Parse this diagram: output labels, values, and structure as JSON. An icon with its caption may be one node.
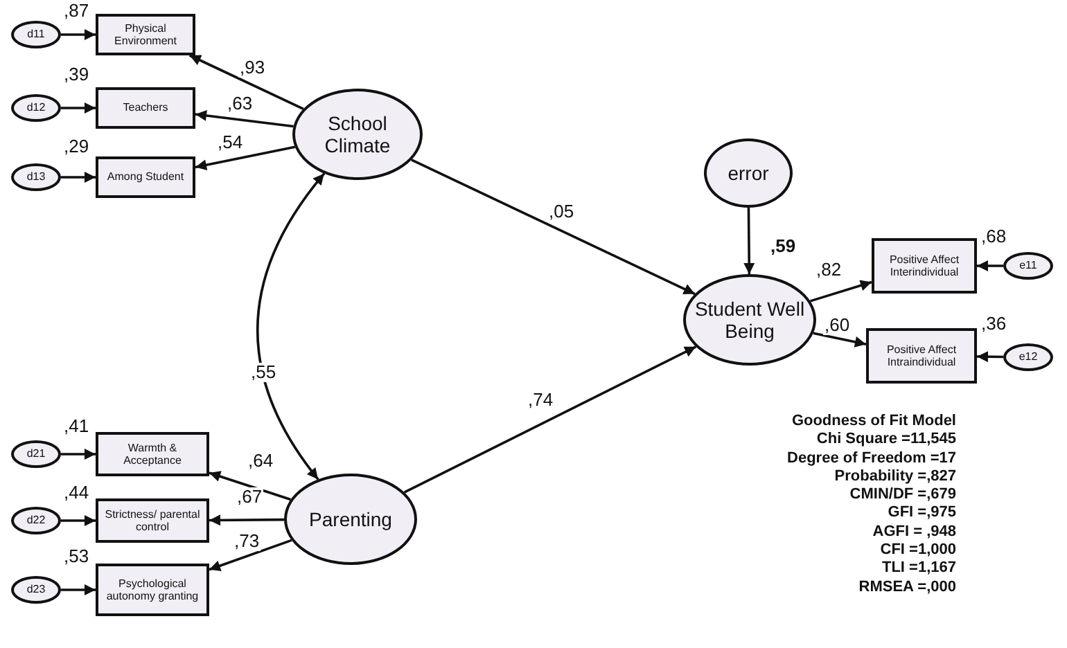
{
  "diagram": {
    "nodes": [
      {
        "text": [
          "School Climate"
        ]
      },
      {
        "text": [
          "Physical Environment"
        ],
        "beside": [
          ",87"
        ]
      },
      {
        "text": [
          "Teachers"
        ],
        "beside": [
          ",39"
        ]
      },
      {
        "text": [
          "Among Student"
        ],
        "beside": [
          ",29"
        ]
      },
      {
        "text": [
          "d11"
        ]
      },
      {
        "text": [
          "d12"
        ]
      },
      {
        "text": [
          "d13"
        ]
      },
      {
        "text": [
          "Parenting"
        ]
      },
      {
        "text": [
          "Warmth & Acceptance"
        ],
        "beside": [
          ",41"
        ]
      },
      {
        "text": [
          "Strictness/ parental control"
        ],
        "beside": [
          ",44"
        ]
      },
      {
        "text": [
          "Psychological autonomy granting"
        ],
        "beside": [
          ",53"
        ]
      },
      {
        "text": [
          "d21"
        ]
      },
      {
        "text": [
          "d22"
        ]
      },
      {
        "text": [
          "d23"
        ]
      },
      {
        "text": [
          "error"
        ]
      },
      {
        "text": [
          "Student Well Being"
        ],
        "beside": [
          ",59"
        ]
      },
      {
        "text": [
          "Positive Affect Interindividual"
        ],
        "beside": [
          ",68"
        ]
      },
      {
        "text": [
          "Positive Affect Intraindividual"
        ],
        "beside": [
          ",36"
        ]
      },
      {
        "text": [
          "e11"
        ]
      },
      {
        "text": [
          "e12"
        ]
      }
    ],
    "edges": [
      {
        "from": 0,
        "to": 1,
        "arrow": "to",
        "label": ",93"
      },
      {
        "from": 0,
        "to": 2,
        "arrow": "to",
        "label": ",63"
      },
      {
        "from": 0,
        "to": 3,
        "arrow": "to",
        "label": ",54"
      },
      {
        "from": 4,
        "to": 1,
        "arrow": "to"
      },
      {
        "from": 5,
        "to": 2,
        "arrow": "to"
      },
      {
        "from": 6,
        "to": 3,
        "arrow": "to"
      },
      {
        "from": 0,
        "to": 7,
        "arrow": "both",
        "label": ",55"
      },
      {
        "from": 0,
        "to": 15,
        "arrow": "to",
        "label": ",05"
      },
      {
        "from": 7,
        "to": 15,
        "arrow": "to",
        "label": ",74"
      },
      {
        "from": 7,
        "to": 8,
        "arrow": "to",
        "label": ",64"
      },
      {
        "from": 7,
        "to": 9,
        "arrow": "to",
        "label": ",67"
      },
      {
        "from": 7,
        "to": 10,
        "arrow": "to",
        "label": ",73"
      },
      {
        "from": 11,
        "to": 8,
        "arrow": "to"
      },
      {
        "from": 12,
        "to": 9,
        "arrow": "to"
      },
      {
        "from": 13,
        "to": 10,
        "arrow": "to"
      },
      {
        "from": 14,
        "to": 15,
        "arrow": "to"
      },
      {
        "from": 15,
        "to": 16,
        "arrow": "to",
        "label": ",82"
      },
      {
        "from": 15,
        "to": 17,
        "arrow": "to",
        "label": ",60"
      },
      {
        "from": 18,
        "to": 16,
        "arrow": "to"
      },
      {
        "from": 19,
        "to": 17,
        "arrow": "to"
      }
    ],
    "labels": [
      "Goodness of Fit Model",
      "Chi Square =11,545",
      "Degree of Freedom =17",
      "Probability =,827",
      "CMIN/DF =,679",
      "GFI =,975",
      "AGFI = ,948",
      "CFI =1,000",
      "TLI =1,167",
      "RMSEA =,000"
    ]
  }
}
